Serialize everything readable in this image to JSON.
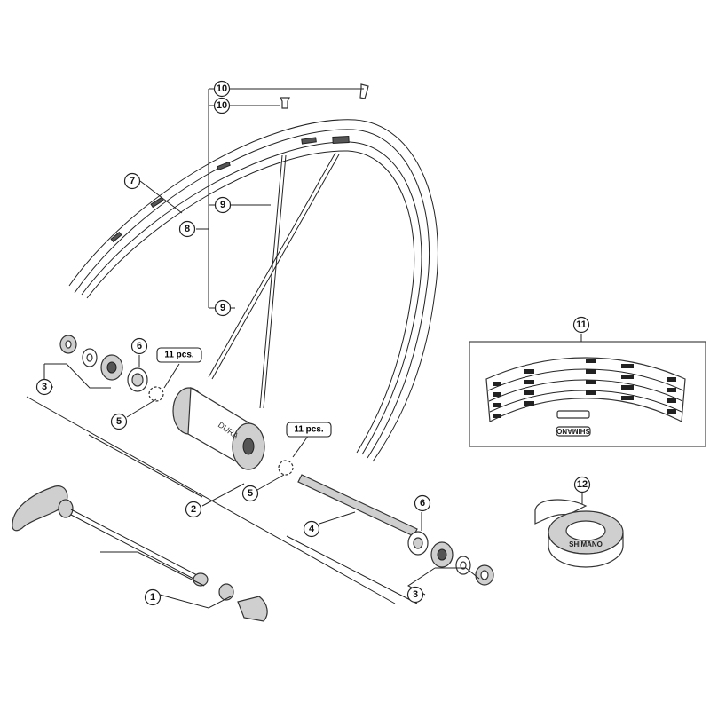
{
  "diagram": {
    "callouts": {
      "c10a": "10",
      "c10b": "10",
      "c7": "7",
      "c9a": "9",
      "c8": "8",
      "c9b": "9",
      "c6a": "6",
      "c3a": "3",
      "c5a": "5",
      "c11": "11",
      "c12": "12",
      "c2": "2",
      "c5b": "5",
      "c6b": "6",
      "c4": "4",
      "c1": "1",
      "c3b": "3"
    },
    "quantity_labels": {
      "left": "11 pcs.",
      "right": "11 pcs."
    },
    "logos": {
      "rim_tape": "SHIMANO",
      "decal_sheet": "SHIMANO"
    }
  }
}
